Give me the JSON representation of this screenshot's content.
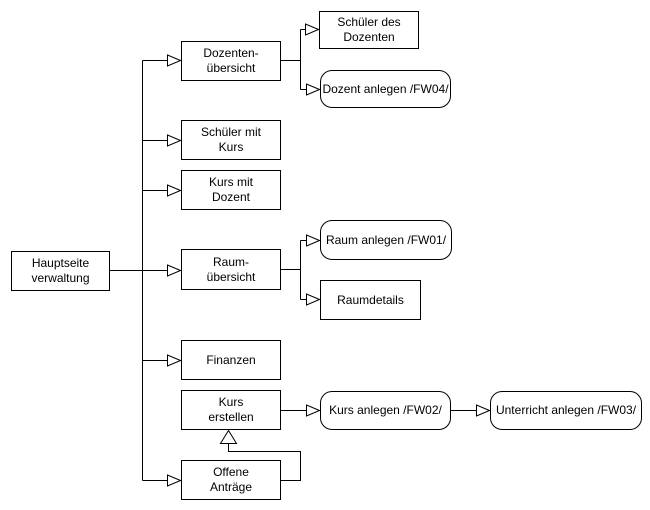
{
  "diagram": {
    "background_color": "#ffffff",
    "line_color": "#000000",
    "node_fill_color": "#ffffff",
    "text_color": "#000000",
    "nodes": [
      {
        "id": "hauptseite-verwaltung",
        "label": "Hauptseite\nverwaltung",
        "shape": "rectangle"
      },
      {
        "id": "dozenten-uebersicht",
        "label": "Dozenten-\nübersicht",
        "shape": "rectangle"
      },
      {
        "id": "schueler-des-dozenten",
        "label": "Schüler des\nDozenten",
        "shape": "rectangle"
      },
      {
        "id": "dozent-anlegen-fw04",
        "label": "Dozent anlegen /FW04/",
        "shape": "rounded"
      },
      {
        "id": "schueler-mit-kurs",
        "label": "Schüler mit\nKurs",
        "shape": "rectangle"
      },
      {
        "id": "kurs-mit-dozent",
        "label": "Kurs mit\nDozent",
        "shape": "rectangle"
      },
      {
        "id": "raum-uebersicht",
        "label": "Raum-\nübersicht",
        "shape": "rectangle"
      },
      {
        "id": "raum-anlegen-fw01",
        "label": "Raum anlegen /FW01/",
        "shape": "rounded"
      },
      {
        "id": "raumdetails",
        "label": "Raumdetails",
        "shape": "rectangle"
      },
      {
        "id": "finanzen",
        "label": "Finanzen",
        "shape": "rectangle"
      },
      {
        "id": "kurs-erstellen",
        "label": "Kurs\nerstellen",
        "shape": "rectangle"
      },
      {
        "id": "kurs-anlegen-fw02",
        "label": "Kurs anlegen /FW02/",
        "shape": "rounded"
      },
      {
        "id": "unterricht-anlegen-fw03",
        "label": "Unterricht anlegen /FW03/",
        "shape": "rounded"
      },
      {
        "id": "offene-antraege",
        "label": "Offene\nAnträge",
        "shape": "rectangle"
      }
    ],
    "edges": [
      {
        "from": "hauptseite-verwaltung",
        "to": "dozenten-uebersicht"
      },
      {
        "from": "hauptseite-verwaltung",
        "to": "schueler-mit-kurs"
      },
      {
        "from": "hauptseite-verwaltung",
        "to": "kurs-mit-dozent"
      },
      {
        "from": "hauptseite-verwaltung",
        "to": "raum-uebersicht"
      },
      {
        "from": "hauptseite-verwaltung",
        "to": "finanzen"
      },
      {
        "from": "hauptseite-verwaltung",
        "to": "offene-antraege"
      },
      {
        "from": "dozenten-uebersicht",
        "to": "schueler-des-dozenten"
      },
      {
        "from": "dozenten-uebersicht",
        "to": "dozent-anlegen-fw04"
      },
      {
        "from": "raum-uebersicht",
        "to": "raum-anlegen-fw01"
      },
      {
        "from": "raum-uebersicht",
        "to": "raumdetails"
      },
      {
        "from": "kurs-erstellen",
        "to": "kurs-anlegen-fw02"
      },
      {
        "from": "kurs-anlegen-fw02",
        "to": "unterricht-anlegen-fw03"
      },
      {
        "from": "offene-antraege",
        "to": "kurs-erstellen"
      }
    ]
  }
}
